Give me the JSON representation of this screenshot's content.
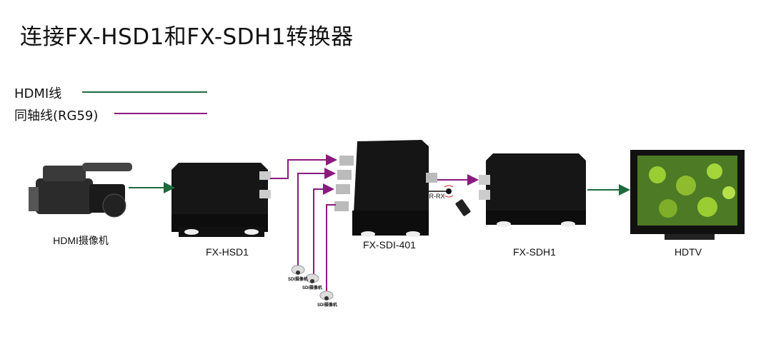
{
  "title": "连接FX-HSD1和FX-SDH1转换器",
  "legend": [
    {
      "label": "HDMI线",
      "color": "#1e6b3e"
    },
    {
      "label": "同轴线(RG59)",
      "color": "#8b1a7e"
    }
  ],
  "devices": {
    "camera": "HDMI摄像机",
    "hsd1": "FX-HSD1",
    "sdi401": "FX-SDI-401",
    "sdh1": "FX-SDH1",
    "tv": "HDTV"
  },
  "ir_label": "IR-RX",
  "sdi_cameras": [
    "SDI摄像机",
    "SDI摄像机",
    "SDI摄像机"
  ],
  "colors": {
    "hdmi": "#1e6b3e",
    "coax": "#8b1a7e",
    "device": "#111111"
  }
}
